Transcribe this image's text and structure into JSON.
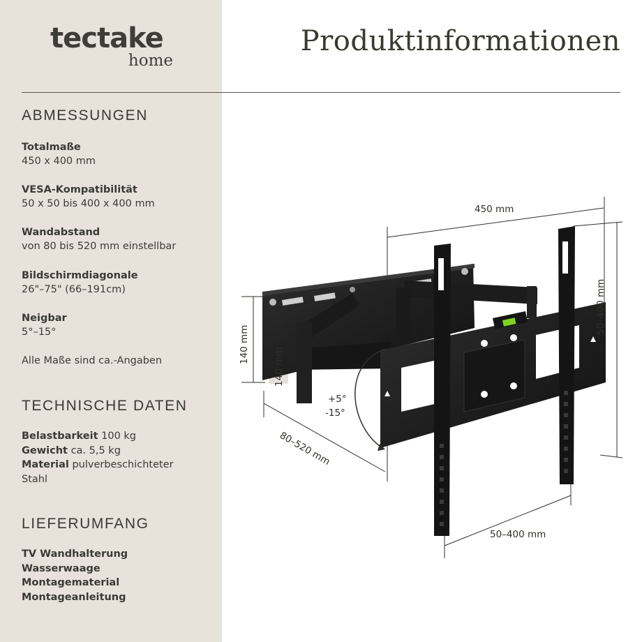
{
  "brand": {
    "name": "tectake",
    "sub": "home"
  },
  "page_title": "Produktinformationen",
  "sections": {
    "abmessungen": {
      "heading": "ABMESSUNGEN",
      "items": [
        {
          "label": "Totalmaße",
          "value": "450 x 400 mm"
        },
        {
          "label": "VESA-Kompatibilität",
          "value": "50 x 50 bis 400 x 400 mm"
        },
        {
          "label": "Wandabstand",
          "value": "von 80 bis 520 mm einstellbar"
        },
        {
          "label": "Bildschirmdiagonale",
          "value": "26\"–75\" (66–191cm)"
        },
        {
          "label": "Neigbar",
          "value": "5°–15°"
        }
      ],
      "note": "Alle Maße sind ca.-Angaben"
    },
    "technische_daten": {
      "heading": "TECHNISCHE DATEN",
      "items": [
        {
          "label": "Belastbarkeit",
          "value": "100 kg"
        },
        {
          "label": "Gewicht",
          "value": "ca. 5,5 kg"
        },
        {
          "label": "Material",
          "value": "pulverbeschichteter Stahl"
        }
      ]
    },
    "lieferumfang": {
      "heading": "LIEFERUMFANG",
      "items": [
        "TV Wandhalterung",
        "Wasserwaage",
        "Montagematerial",
        "Montageanleitung"
      ]
    }
  },
  "diagram": {
    "dim_width": "450 mm",
    "dim_height": "50–400 mm",
    "dim_vesa_horizontal": "50–400 mm",
    "dim_wall_distance": "80–520 mm",
    "dim_plate_height": "140 mm",
    "dim_plate_inner": "140 mm",
    "tilt_up": "+5°",
    "tilt_down": "-15°"
  },
  "colors": {
    "sidebar": "#e7e3db",
    "text": "#3a3a33",
    "metal": "#1c1c1c",
    "level": "#7ed321"
  }
}
